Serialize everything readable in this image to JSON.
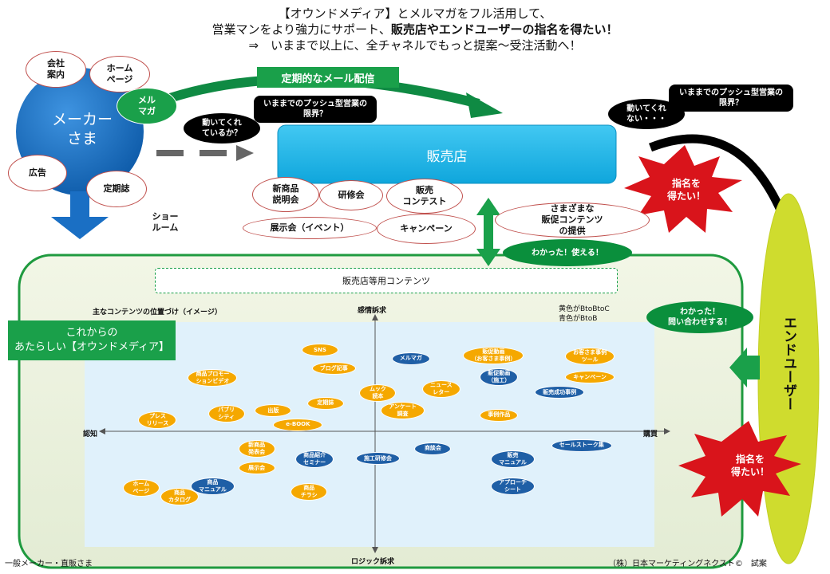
{
  "header": {
    "line1": "【オウンドメディア】とメルマガをフル活用して、",
    "line2_a": "営業マンをより強力にサポート、",
    "line2_b": "販売店やエンドユーザーの指名を得たい！",
    "line3": "⇒　いままで以上に、全チャネルでもっと提案～受注活動へ！"
  },
  "maker": {
    "label": "メーカー\nさま",
    "channels": {
      "company": "会社\n案内",
      "homepage": "ホーム\nページ",
      "melmaga": "メル\nマガ",
      "ad": "広告",
      "periodical": "定期誌",
      "showroom": "ショー\nルーム"
    }
  },
  "mail_banner": "定期的なメール配信",
  "dealer": {
    "label": "販売店",
    "working_q": "動いてくれ\nているか？",
    "push_limit_left": "いままでのプッシュ型営業の\n限界？",
    "events": {
      "new_product": "新商品\n説明会",
      "seminar": "研修会",
      "contest": "販売\nコンテスト",
      "exhibition": "展示会（イベント）",
      "campaign": "キャンペーン",
      "promo": "さまざまな\n販促コンテンツ\nの提供"
    },
    "understood": "わかった！使える！"
  },
  "right": {
    "push_limit_right": "いままでのプッシュ型営業の\n限界？",
    "not_working": "動いてくれ\nない・・・",
    "nominate_top": "指名を\n得たい！",
    "nominate_bottom": "指名を\n得たい！",
    "enduser": "エンドユーザー",
    "understood_inquire": "わかった！\n問い合わせする！"
  },
  "content_area": {
    "dealer_contents": "販売店等用コンテンツ",
    "owned_media": "これからの\nあたらしい【オウンドメディア】",
    "chart_title": "主なコンテンツの位置づけ（イメージ）",
    "legend_yellow": "黄色がBtoBtoC",
    "legend_blue": "青色がBtoB",
    "axis_top": "感情訴求",
    "axis_bottom": "ロジック訴求",
    "axis_left": "認知",
    "axis_right": "購買"
  },
  "colors": {
    "yellow": "#f5a800",
    "blue": "#1f5fa6",
    "green": "#0a8f3c",
    "maker_blue": "#1a6fc4",
    "dealer_cyan": "#19b4e8",
    "enduser_green": "#cfdc2e",
    "burst_red": "#d9141b"
  },
  "chart_data": {
    "type": "scatter",
    "title": "主なコンテンツの位置づけ（イメージ）",
    "xlabel_left": "認知",
    "xlabel_right": "購買",
    "ylabel_top": "感情訴求",
    "ylabel_bottom": "ロジック訴求",
    "xlim": [
      -10,
      10
    ],
    "ylim": [
      -10,
      10
    ],
    "series": [
      {
        "name": "黄色がBtoBtoC",
        "color": "#f5a800",
        "points": [
          {
            "label": "SNS",
            "x": -2.0,
            "y": 7.5
          },
          {
            "label": "販促動画\n（お客さま事例）",
            "x": 4.3,
            "y": 7.0
          },
          {
            "label": "お客さま事例\nツール",
            "x": 7.8,
            "y": 6.9
          },
          {
            "label": "ブログ記事",
            "x": -1.5,
            "y": 5.8
          },
          {
            "label": "商品プロモー\nションビデオ",
            "x": -5.9,
            "y": 4.9
          },
          {
            "label": "キャンペーン",
            "x": 7.8,
            "y": 5.0
          },
          {
            "label": "ムック\n読本",
            "x": 0.1,
            "y": 3.5
          },
          {
            "label": "ニュース\nレター",
            "x": 2.4,
            "y": 3.9
          },
          {
            "label": "定期誌",
            "x": -1.8,
            "y": 2.6
          },
          {
            "label": "出版",
            "x": -3.7,
            "y": 1.9
          },
          {
            "label": "パブリ\nシティ",
            "x": -5.4,
            "y": 1.6
          },
          {
            "label": "アンケート\n調査",
            "x": 1.0,
            "y": 1.9
          },
          {
            "label": "事例作品",
            "x": 4.5,
            "y": 1.5
          },
          {
            "label": "プレス\nリリース",
            "x": -7.9,
            "y": 1.0
          },
          {
            "label": "e-BOOK",
            "x": -2.8,
            "y": 0.6
          },
          {
            "label": "新商品\n発表会",
            "x": -4.3,
            "y": -1.6
          },
          {
            "label": "展示会",
            "x": -4.3,
            "y": -3.4
          },
          {
            "label": "ホーム\nページ",
            "x": -8.5,
            "y": -5.2
          },
          {
            "label": "商品\nカタログ",
            "x": -7.1,
            "y": -6.0
          },
          {
            "label": "商品\nチラシ",
            "x": -2.4,
            "y": -5.6
          }
        ]
      },
      {
        "name": "青色がBtoB",
        "color": "#1f5fa6",
        "points": [
          {
            "label": "メルマガ",
            "x": 1.3,
            "y": 6.7
          },
          {
            "label": "販促動画\n（施工）",
            "x": 4.5,
            "y": 5.0
          },
          {
            "label": "販売成功事例",
            "x": 6.7,
            "y": 3.6
          },
          {
            "label": "セールストーク集",
            "x": 7.5,
            "y": -1.3
          },
          {
            "label": "商談会",
            "x": 2.1,
            "y": -1.6
          },
          {
            "label": "商品紹介\nセミナー",
            "x": -2.2,
            "y": -2.6
          },
          {
            "label": "施工研修会",
            "x": 0.1,
            "y": -2.5
          },
          {
            "label": "販売\nマニュアル",
            "x": 5.0,
            "y": -2.6
          },
          {
            "label": "商品\nマニュアル",
            "x": -5.9,
            "y": -5.1
          },
          {
            "label": "アプローチ\nシート",
            "x": 5.0,
            "y": -5.1
          }
        ]
      }
    ]
  },
  "footer": {
    "left": "一般メーカー・直販さま",
    "right": "（株）日本マーケティングネクスト©　試案"
  }
}
